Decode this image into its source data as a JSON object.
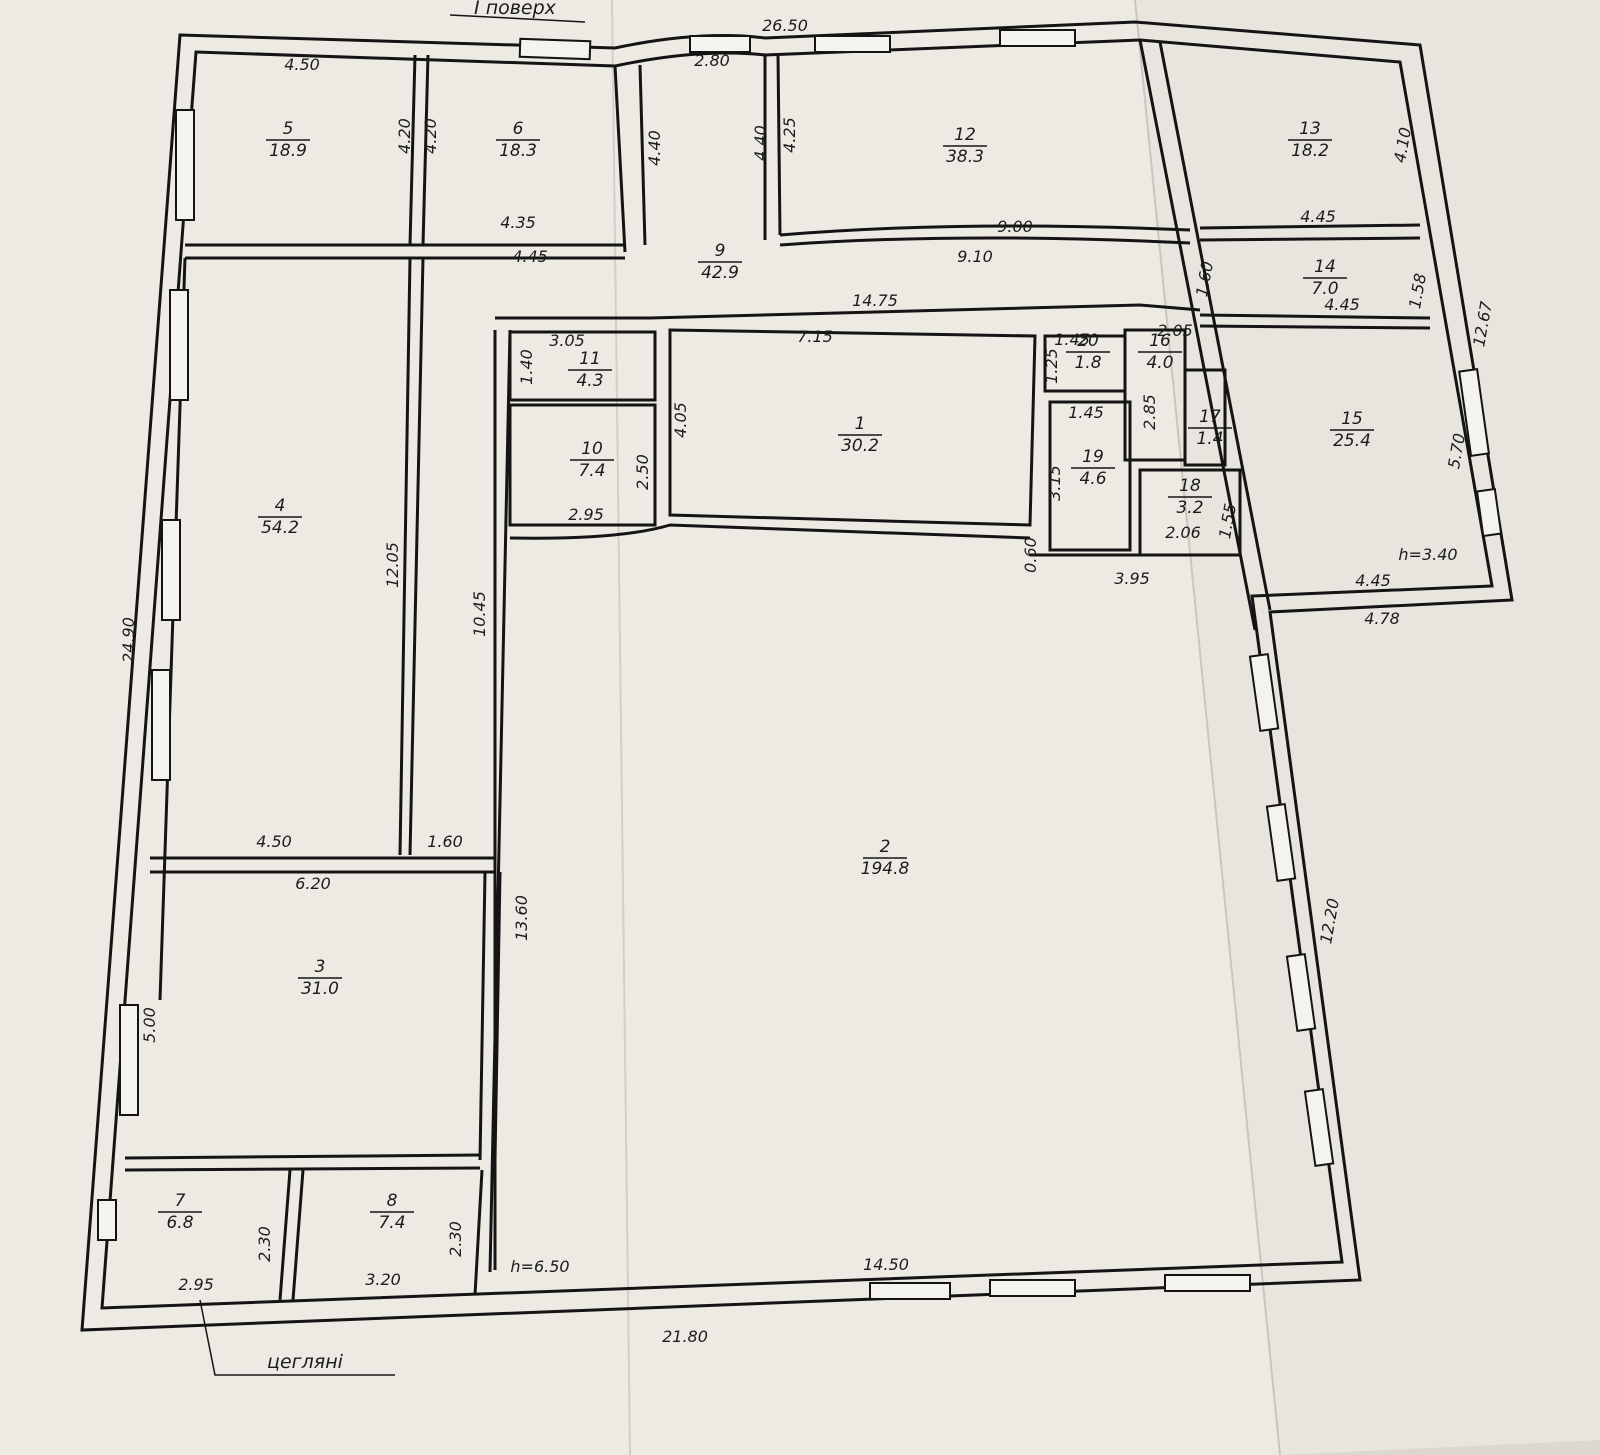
{
  "title": "І поверх",
  "material_note": "цегляні",
  "overall_dimensions": {
    "top": "26.50",
    "bottom": "21.80"
  },
  "heights": {
    "main": "h=6.50",
    "right_wing": "h=3.40"
  },
  "rooms": [
    {
      "number": "1",
      "area": "30.2"
    },
    {
      "number": "2",
      "area": "194.8"
    },
    {
      "number": "3",
      "area": "31.0"
    },
    {
      "number": "4",
      "area": "54.2"
    },
    {
      "number": "5",
      "area": "18.9"
    },
    {
      "number": "6",
      "area": "18.3"
    },
    {
      "number": "7",
      "area": "6.8"
    },
    {
      "number": "8",
      "area": "7.4"
    },
    {
      "number": "9",
      "area": "42.9"
    },
    {
      "number": "10",
      "area": "7.4"
    },
    {
      "number": "11",
      "area": "4.3"
    },
    {
      "number": "12",
      "area": "38.3"
    },
    {
      "number": "13",
      "area": "18.2"
    },
    {
      "number": "14",
      "area": "7.0"
    },
    {
      "number": "15",
      "area": "25.4"
    },
    {
      "number": "16",
      "area": "4.0"
    },
    {
      "number": "17",
      "area": "1.4"
    },
    {
      "number": "18",
      "area": "3.2"
    },
    {
      "number": "19",
      "area": "4.6"
    },
    {
      "number": "20",
      "area": "1.8"
    }
  ],
  "dimensions": [
    {
      "value": "4.50"
    },
    {
      "value": "4.20"
    },
    {
      "value": "4.20"
    },
    {
      "value": "4.40"
    },
    {
      "value": "2.80"
    },
    {
      "value": "4.40"
    },
    {
      "value": "4.25"
    },
    {
      "value": "4.10"
    },
    {
      "value": "4.35"
    },
    {
      "value": "4.45"
    },
    {
      "value": "9.00"
    },
    {
      "value": "9.10"
    },
    {
      "value": "4.45"
    },
    {
      "value": "1.60"
    },
    {
      "value": "1.58"
    },
    {
      "value": "4.45"
    },
    {
      "value": "12.67"
    },
    {
      "value": "14.75"
    },
    {
      "value": "3.05"
    },
    {
      "value": "1.40"
    },
    {
      "value": "7.15"
    },
    {
      "value": "1.45"
    },
    {
      "value": "1.25"
    },
    {
      "value": "2.05"
    },
    {
      "value": "4.05"
    },
    {
      "value": "2.50"
    },
    {
      "value": "1.45"
    },
    {
      "value": "2.85"
    },
    {
      "value": "3.15"
    },
    {
      "value": "2.95"
    },
    {
      "value": "0.60"
    },
    {
      "value": "3.95"
    },
    {
      "value": "2.06"
    },
    {
      "value": "1.55"
    },
    {
      "value": "5.70"
    },
    {
      "value": "4.45"
    },
    {
      "value": "4.78"
    },
    {
      "value": "24.90"
    },
    {
      "value": "12.05"
    },
    {
      "value": "10.45"
    },
    {
      "value": "4.50"
    },
    {
      "value": "1.60"
    },
    {
      "value": "6.20"
    },
    {
      "value": "13.60"
    },
    {
      "value": "12.20"
    },
    {
      "value": "5.00"
    },
    {
      "value": "2.30"
    },
    {
      "value": "2.30"
    },
    {
      "value": "2.95"
    },
    {
      "value": "3.20"
    },
    {
      "value": "14.50"
    }
  ]
}
